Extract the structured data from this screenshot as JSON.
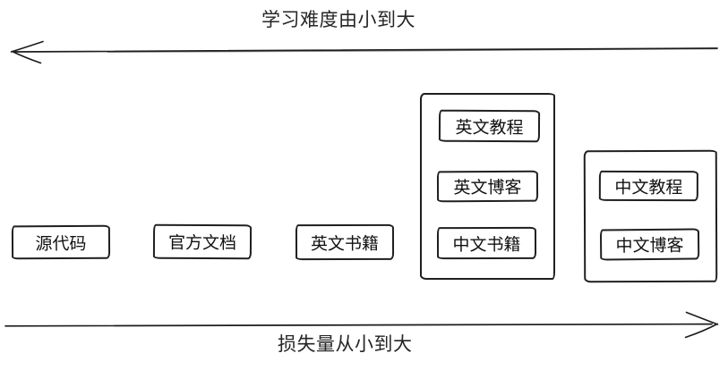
{
  "axes": {
    "top": {
      "label": "学习难度由小到大",
      "direction": "left"
    },
    "bottom": {
      "label": "损失量从小到大",
      "direction": "right"
    }
  },
  "boxes": [
    {
      "name": "source-code",
      "label": "源代码"
    },
    {
      "name": "official-docs",
      "label": "官方文档"
    },
    {
      "name": "english-books",
      "label": "英文书籍"
    }
  ],
  "groups": [
    {
      "name": "group-english-and-chinese-books",
      "items": [
        {
          "name": "english-tutorials",
          "label": "英文教程"
        },
        {
          "name": "english-blogs",
          "label": "英文博客"
        },
        {
          "name": "chinese-books",
          "label": "中文书籍"
        }
      ]
    },
    {
      "name": "group-chinese",
      "items": [
        {
          "name": "chinese-tutorials",
          "label": "中文教程"
        },
        {
          "name": "chinese-blogs",
          "label": "中文博客"
        }
      ]
    }
  ],
  "colors": {
    "stroke": "#1c1c1c",
    "text": "#1a1a1a",
    "background": "#ffffff"
  }
}
